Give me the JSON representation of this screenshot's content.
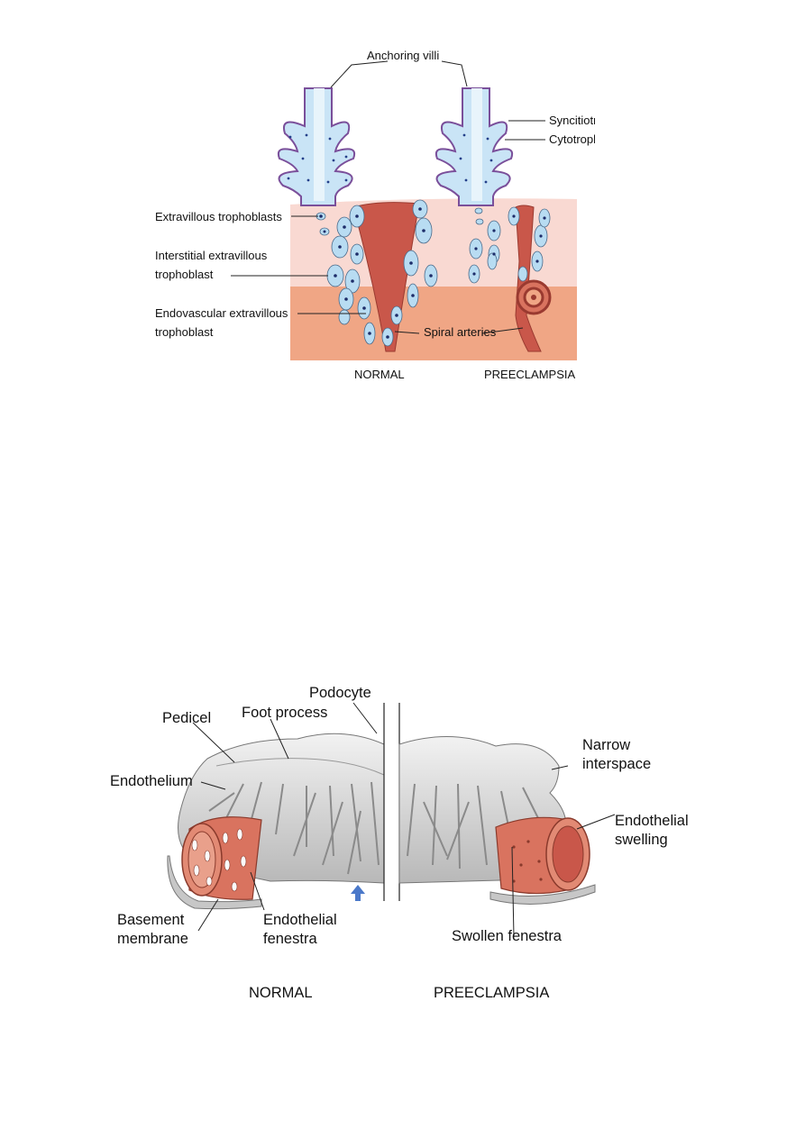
{
  "figure1": {
    "labels": {
      "anchoring_villi": "Anchoring villi",
      "syncytiotrophoblast": "Syncitiotrophoblast",
      "cytotrophoblast": "Cytotrophoblast",
      "extravillous": "Extravillous trophoblasts",
      "interstitial_line1": "Interstitial extravillous",
      "interstitial_line2": "trophoblast",
      "endovascular_line1": "Endovascular extravillous",
      "endovascular_line2": "trophoblast",
      "spiral_arteries": "Spiral arteries",
      "normal": "NORMAL",
      "preeclampsia": "PREECLAMPSIA"
    },
    "colors": {
      "decidua_upper": "#f9d9d2",
      "decidua_lower": "#f0a685",
      "villus_blue": "#b8dcf2",
      "artery_red": "#c9574a"
    }
  },
  "figure2": {
    "labels": {
      "podocyte": "Podocyte",
      "pedicel": "Pedicel",
      "foot_process": "Foot process",
      "endothelium": "Endothelium",
      "narrow_line1": "Narrow",
      "narrow_line2": "interspace",
      "endothelial_swelling_line1": "Endothelial",
      "endothelial_swelling_line2": "swelling",
      "basement_line1": "Basement",
      "basement_line2": "membrane",
      "endothelial_fenestra_line1": "Endothelial",
      "endothelial_fenestra_line2": "fenestra",
      "swollen_fenestra": "Swollen fenestra",
      "normal": "NORMAL",
      "preeclampsia": "PREECLAMPSIA"
    },
    "colors": {
      "podocyte_gray": "#d9d9d9",
      "capillary_red": "#d9735f",
      "arrow_blue": "#4a78c9"
    }
  }
}
